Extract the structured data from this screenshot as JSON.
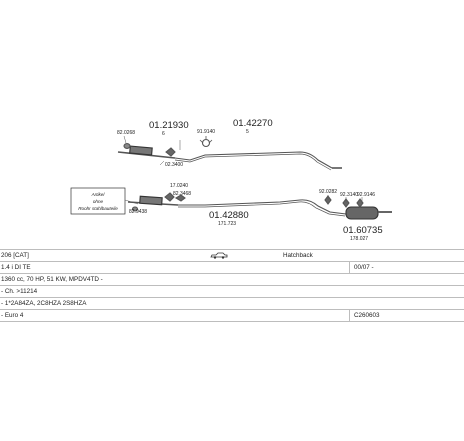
{
  "parts": {
    "p1": "01.21930",
    "p2": "01.42270",
    "p3": "01.42880",
    "p4": "01.60735",
    "s_5": "5",
    "s_6": "6",
    "s_82": "82.0268",
    "s_91a": "91.9140",
    "s_91b": "02.3400",
    "s_17": "17.0240",
    "s_91c": "82.3468",
    "s_68": "82.9438",
    "s_92a": "92.0282",
    "s_92b": "92.3140",
    "s_92c": "92.9146",
    "s_ref1": "171.723",
    "s_ref2": "178.027"
  },
  "note": {
    "line1": "Artikel",
    "line2": "ohne",
    "line3": "Roohr stahlbauteile"
  },
  "info": {
    "model": "206 [CAT]",
    "body": "Hatchback",
    "engine": "1.4 i DI TE",
    "date": "00/07 -",
    "spec": "1360 cc, 70 HP, 51 KW, MPDV4TD -",
    "chassis": "- Ch. >11214",
    "codes": "- 1*2A84ZA, 2C8HZA 2S8HZA",
    "euro": "- Euro 4",
    "catalog": "C260603"
  },
  "colors": {
    "line": "#555555",
    "border": "#bdbdbd"
  }
}
